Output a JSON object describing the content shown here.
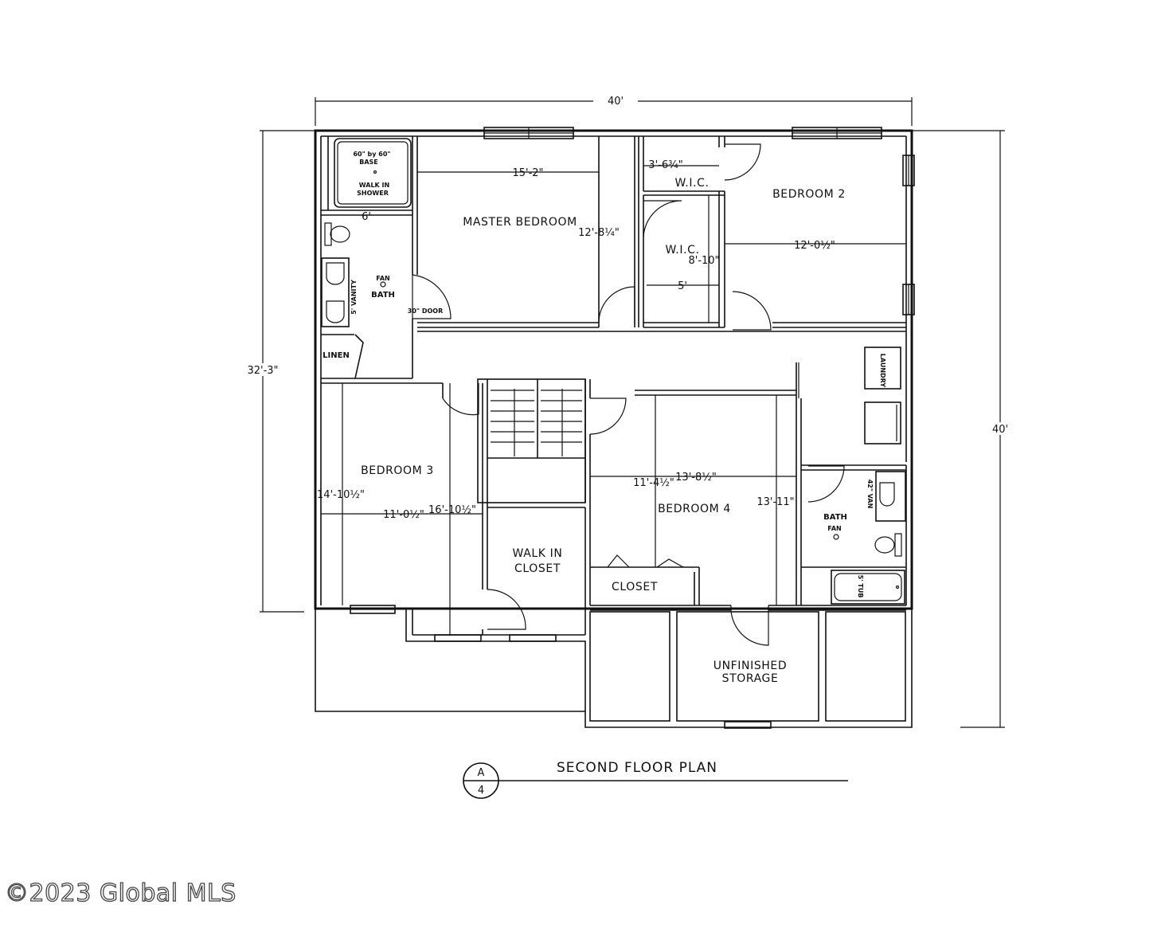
{
  "title": "SECOND FLOOR PLAN",
  "section_marker": {
    "top": "A",
    "bottom": "4"
  },
  "overall_dims": {
    "top": "40'",
    "left": "32'-3\"",
    "right": "40'"
  },
  "rooms": {
    "master_bedroom": "MASTER BEDROOM",
    "bedroom_2": "BEDROOM 2",
    "bedroom_3": "BEDROOM 3",
    "bedroom_4": "BEDROOM 4",
    "wic_upper": "W.I.C.",
    "wic_lower": "W.I.C.",
    "bath_master": "BATH",
    "bath_2": "BATH",
    "linen": "LINEN",
    "walk_in_closet_1": "WALK IN",
    "walk_in_closet_2": "CLOSET",
    "closet": "CLOSET",
    "storage_1": "UNFINISHED",
    "storage_2": "STORAGE"
  },
  "fixtures": {
    "shower_1": "60\" by 60\"",
    "shower_2": "BASE",
    "shower_3": "WALK IN",
    "shower_4": "SHOWER",
    "fan_master": "FAN",
    "vanity_master": "5' VANITY",
    "door_30": "30\" DOOR",
    "laundry": "LAUNDRY",
    "vanity_2": "42\" VAN",
    "fan_2": "FAN",
    "tub": "5' TUB"
  },
  "dimensions": {
    "master_w": "15'-2\"",
    "master_d": "12'-8¼\"",
    "wic_upper": "3'-6¾\"",
    "shower_w": "6'",
    "wic_lower_d": "8'-10\"",
    "wic_lower_w": "5'",
    "bed2_w": "12'-0½\"",
    "bed3_a": "14'-10½\"",
    "bed3_b": "11'-0½\"",
    "bed3_c": "16'-10½\"",
    "bed4_a": "11'-4½\"",
    "bed4_b": "13'-8½\"",
    "bed4_c": "13'-11\""
  },
  "watermark": "©2023 Global MLS"
}
